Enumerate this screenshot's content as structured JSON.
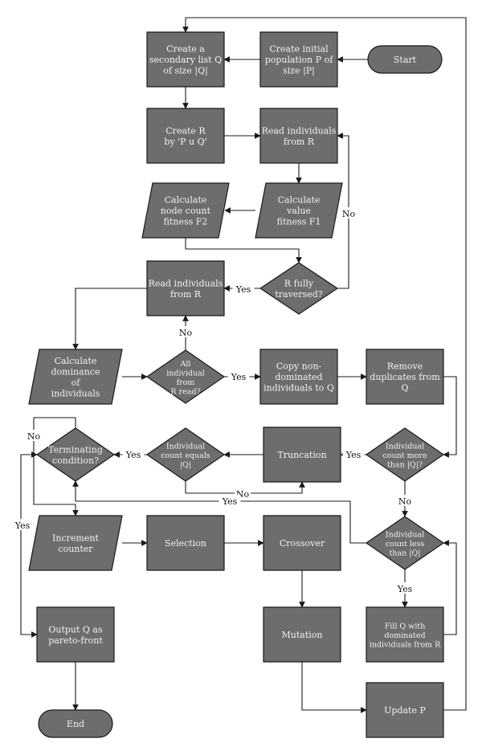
{
  "colors": {
    "node_fill": "#6d6d6d",
    "node_stroke": "#1a1a1a",
    "node_text": "#f2f2f2",
    "edge": "#1a1a1a",
    "background": "#ffffff"
  },
  "nodes": {
    "start": {
      "shape": "terminal",
      "lines": [
        "Start"
      ]
    },
    "create_initial_population": {
      "shape": "rect",
      "lines": [
        "Create initial",
        "population P of",
        "size |P|"
      ]
    },
    "create_secondary_list": {
      "shape": "rect",
      "lines": [
        "Create a",
        "secondary list Q",
        "of size |Q|"
      ]
    },
    "create_r": {
      "shape": "rect",
      "lines": [
        "Create R",
        "by 'P u Q'"
      ]
    },
    "read_individuals_r_1": {
      "shape": "rect",
      "lines": [
        "Read individuals",
        "from R"
      ]
    },
    "calculate_value_fitness": {
      "shape": "parallelogram",
      "lines": [
        "Calculate",
        "value",
        "fitness F1"
      ]
    },
    "calculate_node_count_fitness": {
      "shape": "parallelogram",
      "lines": [
        "Calculate",
        "node count",
        "fitness F2"
      ]
    },
    "r_fully_traversed": {
      "shape": "diamond",
      "lines": [
        "R fully",
        "traversed?"
      ]
    },
    "read_individuals_r_2": {
      "shape": "rect",
      "lines": [
        "Read individuals",
        "from R"
      ]
    },
    "calculate_dominance": {
      "shape": "parallelogram",
      "lines": [
        "Calculate",
        "dominance",
        "of",
        "individuals"
      ]
    },
    "all_individual_read": {
      "shape": "diamond",
      "lines": [
        "All",
        "individual",
        "from",
        "R read?"
      ]
    },
    "copy_non_dominated": {
      "shape": "rect",
      "lines": [
        "Copy non-",
        "dominated",
        "individuals to Q"
      ]
    },
    "remove_duplicates": {
      "shape": "rect",
      "lines": [
        "Remove",
        "duplicates from",
        "Q"
      ]
    },
    "count_more_than_q": {
      "shape": "diamond",
      "lines": [
        "Individual",
        "count more",
        "than |Q|?"
      ]
    },
    "truncation": {
      "shape": "rect",
      "lines": [
        "Truncation"
      ]
    },
    "count_equals_q": {
      "shape": "diamond",
      "lines": [
        "Individual",
        "count equals",
        "|Q|"
      ]
    },
    "terminating_condition": {
      "shape": "diamond",
      "lines": [
        "Terminating",
        "condition?"
      ]
    },
    "increment_counter": {
      "shape": "parallelogram",
      "lines": [
        "Increment",
        "counter"
      ]
    },
    "selection": {
      "shape": "rect",
      "lines": [
        "Selection"
      ]
    },
    "crossover": {
      "shape": "rect",
      "lines": [
        "Crossover"
      ]
    },
    "count_less_than_q": {
      "shape": "diamond",
      "lines": [
        "Individual",
        "count less",
        "than |Q|"
      ]
    },
    "mutation": {
      "shape": "rect",
      "lines": [
        "Mutation"
      ]
    },
    "fill_q_dominated": {
      "shape": "rect",
      "lines": [
        "Fill Q with",
        "dominated",
        "individuals from R"
      ]
    },
    "output_q_pareto": {
      "shape": "rect",
      "lines": [
        "Output Q as",
        "pareto-front"
      ]
    },
    "update_p": {
      "shape": "rect",
      "lines": [
        "Update P"
      ]
    },
    "end": {
      "shape": "terminal",
      "lines": [
        "End"
      ]
    }
  },
  "edges": [
    {
      "from": "start",
      "to": "create_initial_population",
      "label": ""
    },
    {
      "from": "create_initial_population",
      "to": "create_secondary_list",
      "label": ""
    },
    {
      "from": "create_secondary_list",
      "to": "create_r",
      "label": ""
    },
    {
      "from": "create_r",
      "to": "read_individuals_r_1",
      "label": ""
    },
    {
      "from": "read_individuals_r_1",
      "to": "calculate_value_fitness",
      "label": ""
    },
    {
      "from": "calculate_value_fitness",
      "to": "calculate_node_count_fitness",
      "label": ""
    },
    {
      "from": "calculate_node_count_fitness",
      "to": "r_fully_traversed",
      "label": ""
    },
    {
      "from": "r_fully_traversed",
      "to": "read_individuals_r_1",
      "label": "No"
    },
    {
      "from": "r_fully_traversed",
      "to": "read_individuals_r_2",
      "label": "Yes"
    },
    {
      "from": "read_individuals_r_2",
      "to": "calculate_dominance",
      "label": ""
    },
    {
      "from": "calculate_dominance",
      "to": "all_individual_read",
      "label": ""
    },
    {
      "from": "all_individual_read",
      "to": "read_individuals_r_2",
      "label": "No"
    },
    {
      "from": "all_individual_read",
      "to": "copy_non_dominated",
      "label": "Yes"
    },
    {
      "from": "copy_non_dominated",
      "to": "remove_duplicates",
      "label": ""
    },
    {
      "from": "remove_duplicates",
      "to": "count_more_than_q",
      "label": ""
    },
    {
      "from": "count_more_than_q",
      "to": "truncation",
      "label": "Yes"
    },
    {
      "from": "count_more_than_q",
      "to": "count_less_than_q",
      "label": "No"
    },
    {
      "from": "truncation",
      "to": "count_equals_q",
      "label": ""
    },
    {
      "from": "count_equals_q",
      "to": "terminating_condition",
      "label": "Yes"
    },
    {
      "from": "count_equals_q",
      "to": "truncation",
      "label": "No"
    },
    {
      "from": "count_less_than_q",
      "to": "terminating_condition",
      "label": "Yes"
    },
    {
      "from": "count_less_than_q",
      "to": "fill_q_dominated",
      "label": "Yes"
    },
    {
      "from": "fill_q_dominated",
      "to": "count_less_than_q",
      "label": ""
    },
    {
      "from": "terminating_condition",
      "to": "increment_counter",
      "label": "No"
    },
    {
      "from": "terminating_condition",
      "to": "output_q_pareto",
      "label": "Yes"
    },
    {
      "from": "increment_counter",
      "to": "selection",
      "label": ""
    },
    {
      "from": "selection",
      "to": "crossover",
      "label": ""
    },
    {
      "from": "crossover",
      "to": "mutation",
      "label": ""
    },
    {
      "from": "mutation",
      "to": "update_p",
      "label": ""
    },
    {
      "from": "update_p",
      "to": "create_secondary_list",
      "label": ""
    },
    {
      "from": "output_q_pareto",
      "to": "end",
      "label": ""
    }
  ]
}
